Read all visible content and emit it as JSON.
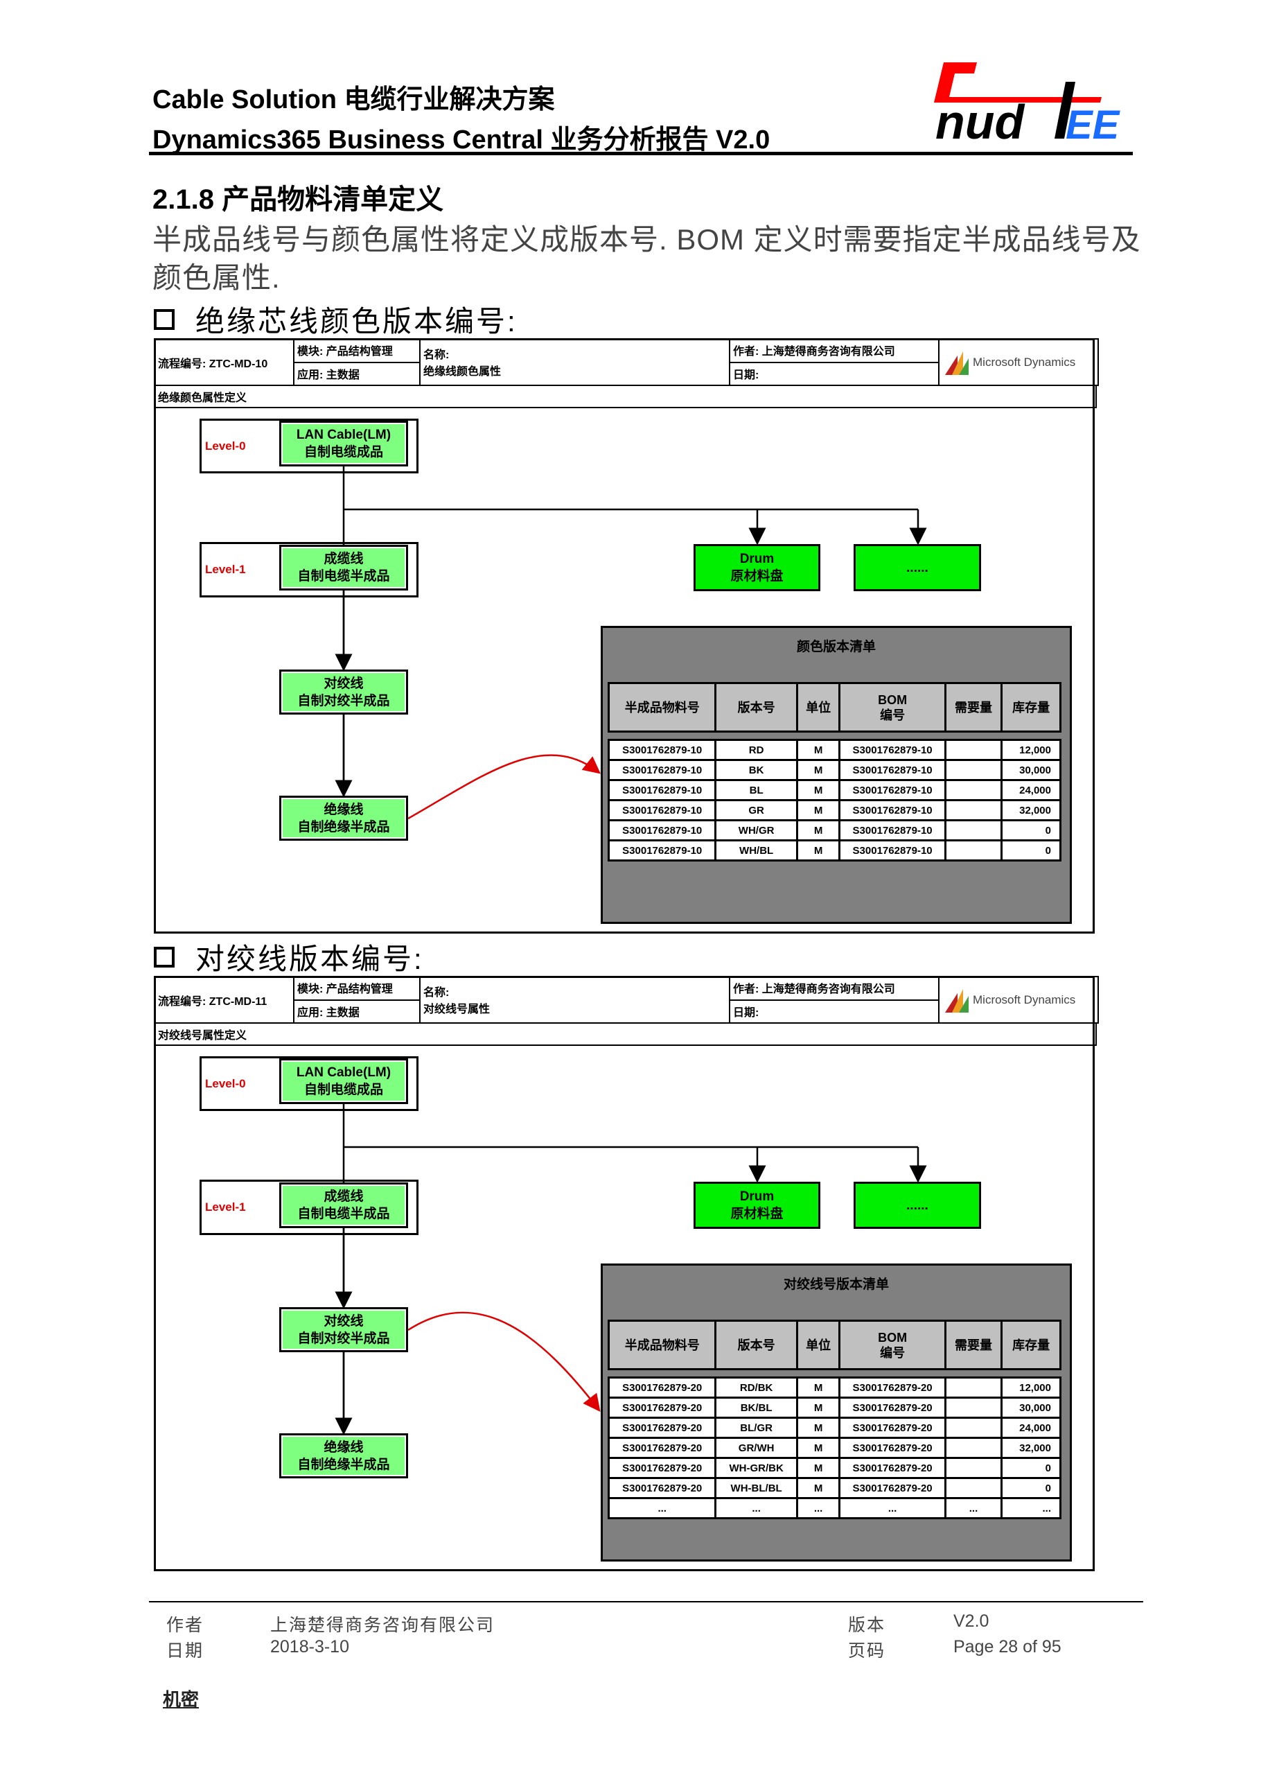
{
  "header": {
    "line1": "Cable Solution 电缆行业解决方案",
    "line2": "Dynamics365 Business Central 业务分析报告 V2.0",
    "logo_text": "ChudEE"
  },
  "section": {
    "title": "2.1.8  产品物料清单定义",
    "para1": "半成品线号与颜色属性将定义成版本号. BOM 定义时需要指定半成品线号及",
    "para2": "颜色属性."
  },
  "headings": [
    "绝缘芯线颜色版本编号:",
    "对绞线版本编号:"
  ],
  "diagrams": [
    {
      "process_no": "流程编号: ZTC-MD-10",
      "module": "模块: 产品结构管理",
      "app": "应用: 主数据",
      "name_label": "名称:",
      "name": "绝缘线颜色属性",
      "author": "作者: 上海楚得商务咨询有限公司",
      "date": "日期:",
      "brand": "Microsoft Dynamics",
      "title": "绝缘颜色属性定义",
      "level0": "Level-0",
      "level1": "Level-1",
      "nodes": [
        [
          "LAN Cable(LM)",
          "自制电缆成品"
        ],
        [
          "成缆线",
          "自制电缆半成品"
        ],
        [
          "对绞线",
          "自制对绞半成品"
        ],
        [
          "绝缘线",
          "自制绝缘半成品"
        ]
      ],
      "drum": [
        "Drum",
        "原材料盘"
      ],
      "more": "......",
      "table_title": "颜色版本清单",
      "columns": [
        "半成品物料号",
        "版本号",
        "单位",
        "BOM\n编号",
        "需要量",
        "库存量"
      ],
      "rows": [
        [
          "S3001762879-10",
          "RD",
          "M",
          "S3001762879-10",
          "",
          "12,000"
        ],
        [
          "S3001762879-10",
          "BK",
          "M",
          "S3001762879-10",
          "",
          "30,000"
        ],
        [
          "S3001762879-10",
          "BL",
          "M",
          "S3001762879-10",
          "",
          "24,000"
        ],
        [
          "S3001762879-10",
          "GR",
          "M",
          "S3001762879-10",
          "",
          "32,000"
        ],
        [
          "S3001762879-10",
          "WH/GR",
          "M",
          "S3001762879-10",
          "",
          "0"
        ],
        [
          "S3001762879-10",
          "WH/BL",
          "M",
          "S3001762879-10",
          "",
          "0"
        ]
      ],
      "link_from_node": 3
    },
    {
      "process_no": "流程编号: ZTC-MD-11",
      "module": "模块: 产品结构管理",
      "app": "应用: 主数据",
      "name_label": "名称:",
      "name": "对绞线号属性",
      "author": "作者: 上海楚得商务咨询有限公司",
      "date": "日期:",
      "brand": "Microsoft Dynamics",
      "title": "对绞线号属性定义",
      "level0": "Level-0",
      "level1": "Level-1",
      "nodes": [
        [
          "LAN Cable(LM)",
          "自制电缆成品"
        ],
        [
          "成缆线",
          "自制电缆半成品"
        ],
        [
          "对绞线",
          "自制对绞半成品"
        ],
        [
          "绝缘线",
          "自制绝缘半成品"
        ]
      ],
      "drum": [
        "Drum",
        "原材料盘"
      ],
      "more": "......",
      "table_title": "对绞线号版本清单",
      "columns": [
        "半成品物料号",
        "版本号",
        "单位",
        "BOM\n编号",
        "需要量",
        "库存量"
      ],
      "rows": [
        [
          "S3001762879-20",
          "RD/BK",
          "M",
          "S3001762879-20",
          "",
          "12,000"
        ],
        [
          "S3001762879-20",
          "BK/BL",
          "M",
          "S3001762879-20",
          "",
          "30,000"
        ],
        [
          "S3001762879-20",
          "BL/GR",
          "M",
          "S3001762879-20",
          "",
          "24,000"
        ],
        [
          "S3001762879-20",
          "GR/WH",
          "M",
          "S3001762879-20",
          "",
          "32,000"
        ],
        [
          "S3001762879-20",
          "WH-GR/BK",
          "M",
          "S3001762879-20",
          "",
          "0"
        ],
        [
          "S3001762879-20",
          "WH-BL/BL",
          "M",
          "S3001762879-20",
          "",
          "0"
        ],
        [
          "...",
          "...",
          "...",
          "...",
          "...",
          "..."
        ]
      ],
      "link_from_node": 2
    }
  ],
  "footer": {
    "author_label": "作者",
    "author": "上海楚得商务咨询有限公司",
    "date_label": "日期",
    "date": "2018-3-10",
    "version_label": "版本",
    "version": "V2.0",
    "page_label": "页码",
    "page": "Page 28 of 95",
    "confidential": "机密"
  },
  "colors": {
    "logo_red": "#ff0000",
    "logo_blue": "#1a6cff",
    "node_green": "#7fff7f",
    "panel_gray": "#808080",
    "arrow_red": "#e00000"
  }
}
